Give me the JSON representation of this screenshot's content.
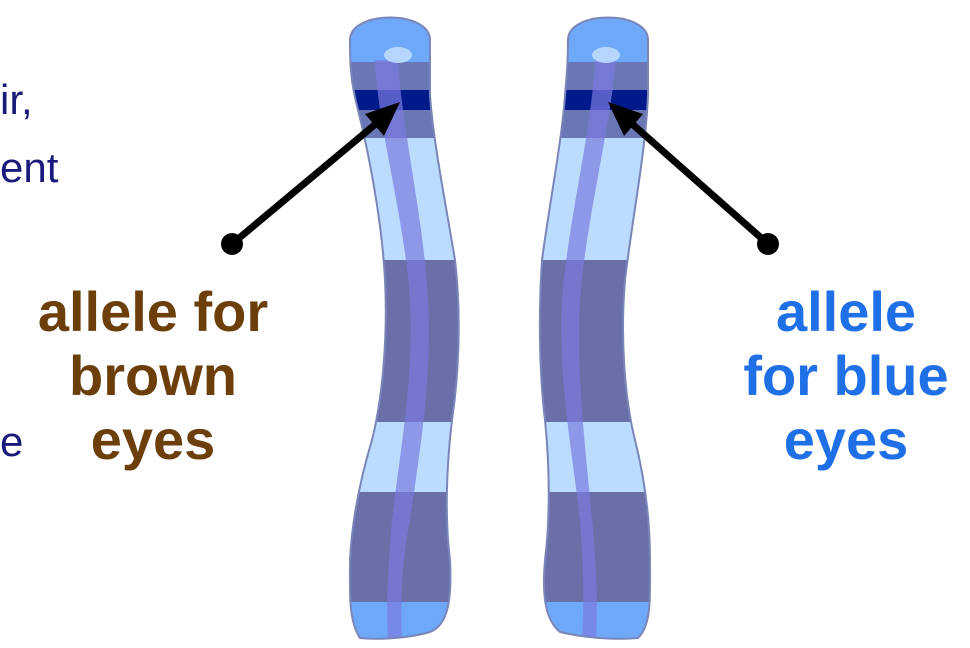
{
  "cut_text": {
    "line1": "ir,",
    "line2": "ent",
    "line3": "e"
  },
  "labels": {
    "brown": {
      "line1": "allele for",
      "line2": "brown",
      "line3": "eyes",
      "color": "#6b3e0a"
    },
    "blue": {
      "line1": "allele",
      "line2": "for blue",
      "line3": "eyes",
      "color": "#1f6fe6"
    }
  },
  "colors": {
    "chromosome_light": "#6ea8f8",
    "chromosome_dark_band": "#6a6fa8",
    "chromosome_pale_band": "#bcdcff",
    "chromosome_center": "#7a7ae0",
    "allele_band": "#001a8c",
    "outline": "#7a86b8",
    "arrow": "#000000"
  }
}
